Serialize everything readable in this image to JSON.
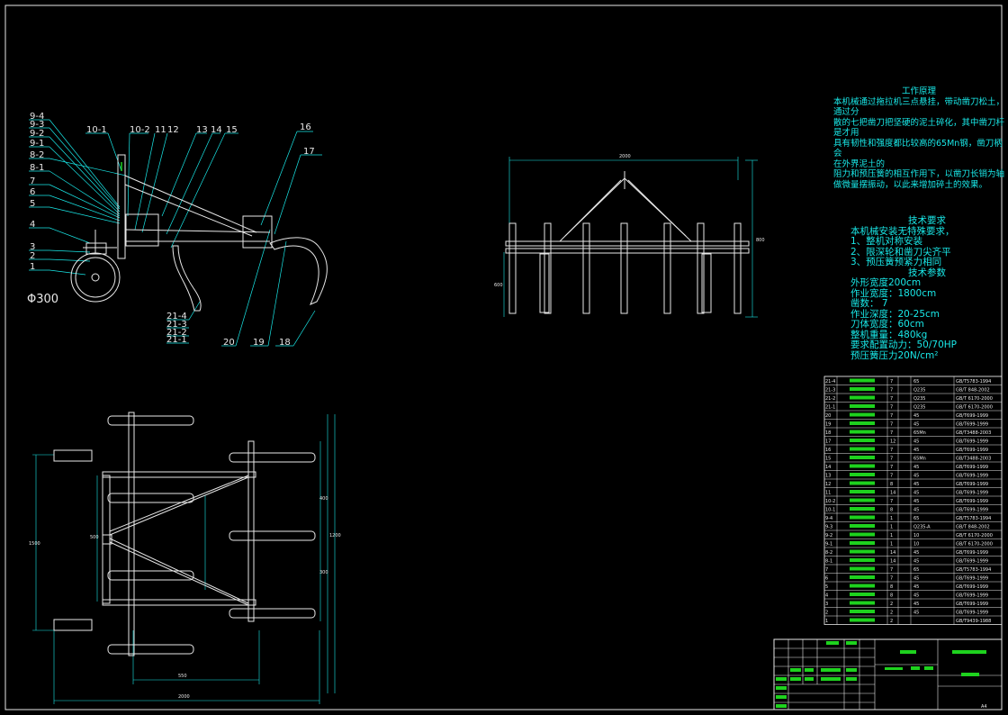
{
  "work_principle": {
    "title": "工作原理",
    "lines": [
      "本机械通过拖拉机三点悬挂，带动凿刀松土，通过分",
      "散的七把凿刀把坚硬的泥土碎化，其中凿刀杆是才用",
      "具有韧性和强度都比较高的65Mn钢，凿刀柄会",
      "在外界泥土的",
      "阻力和预压簧的相互作用下，以凿刀长销为轴做微量摆振动，以此来增加碎土的效果。"
    ]
  },
  "tech_requirements": {
    "title": "技术要求",
    "intro": "本机械安装无特殊要求，",
    "items": [
      "1、整机对称安装",
      "2、限深轮和凿刀尖齐平",
      "3、预压簧预紧力相同"
    ]
  },
  "tech_params": {
    "title": "技术参数",
    "items": [
      "外形宽度200cm",
      "作业宽度：1800cm",
      "凿数：      7",
      "作业深度：20-25cm",
      "刀体宽度：60cm",
      "整机重量：480kg",
      "要求配置动力：50/70HP",
      "预压簧压力20N/cm²"
    ]
  },
  "side_view": {
    "part_labels": [
      "9-4",
      "9-3",
      "9-2",
      "9-1",
      "8-2",
      "8-1",
      "7",
      "6",
      "5",
      "4",
      "3",
      "2",
      "1",
      "10-1",
      "10-2",
      "11",
      "12",
      "13",
      "14",
      "15",
      "16",
      "17",
      "21-4",
      "21-3",
      "21-2",
      "21-1",
      "20",
      "19",
      "18"
    ],
    "wheel_dim": "Φ300"
  },
  "front_view": {
    "dim_top": "2000",
    "dim_right": "800",
    "dim_left": "600"
  },
  "top_view": {
    "dim_bottom_inner": "550",
    "dim_bottom_outer": "2000",
    "dim_left_outer": "1500",
    "dim_left_inner": "500",
    "dim_right_a": "400",
    "dim_right_b": "300",
    "dim_right_outer": "1200"
  },
  "bom": {
    "rows": [
      {
        "no": "21-4",
        "qty": "7",
        "mat": "65",
        "std": "GB/T5783-1994"
      },
      {
        "no": "21-3",
        "qty": "7",
        "mat": "Q235",
        "std": "GB/T 848-2002"
      },
      {
        "no": "21-2",
        "qty": "7",
        "mat": "Q235",
        "std": "GB/T 6170-2000"
      },
      {
        "no": "21-1",
        "qty": "7",
        "mat": "Q235",
        "std": "GB/T 6170-2000"
      },
      {
        "no": "20",
        "qty": "7",
        "mat": "45",
        "std": "GB/T699-1999"
      },
      {
        "no": "19",
        "qty": "7",
        "mat": "45",
        "std": "GB/T699-1999"
      },
      {
        "no": "18",
        "qty": "7",
        "mat": "65Mn",
        "std": "GB/T3488-2003"
      },
      {
        "no": "17",
        "qty": "12",
        "mat": "45",
        "std": "GB/T699-1999"
      },
      {
        "no": "16",
        "qty": "7",
        "mat": "45",
        "std": "GB/T699-1999"
      },
      {
        "no": "15",
        "qty": "7",
        "mat": "65Mn",
        "std": "GB/T3488-2003"
      },
      {
        "no": "14",
        "qty": "7",
        "mat": "45",
        "std": "GB/T699-1999"
      },
      {
        "no": "13",
        "qty": "7",
        "mat": "45",
        "std": "GB/T699-1999"
      },
      {
        "no": "12",
        "qty": "8",
        "mat": "45",
        "std": "GB/T699-1999"
      },
      {
        "no": "11",
        "qty": "14",
        "mat": "45",
        "std": "GB/T699-1999"
      },
      {
        "no": "10-2",
        "qty": "7",
        "mat": "45",
        "std": "GB/T699-1999"
      },
      {
        "no": "10-1",
        "qty": "8",
        "mat": "45",
        "std": "GB/T699-1999"
      },
      {
        "no": "9-4",
        "qty": "1",
        "mat": "65",
        "std": "GB/T5783-1994"
      },
      {
        "no": "9-3",
        "qty": "1",
        "mat": "Q235-A",
        "std": "GB/T 848-2002"
      },
      {
        "no": "9-2",
        "qty": "1",
        "mat": "10",
        "std": "GB/T 6170-2000"
      },
      {
        "no": "9-1",
        "qty": "1",
        "mat": "10",
        "std": "GB/T 6170-2000"
      },
      {
        "no": "8-2",
        "qty": "14",
        "mat": "45",
        "std": "GB/T699-1999"
      },
      {
        "no": "8-1",
        "qty": "14",
        "mat": "45",
        "std": "GB/T699-1999"
      },
      {
        "no": "7",
        "qty": "7",
        "mat": "65",
        "std": "GB/T5783-1994"
      },
      {
        "no": "6",
        "qty": "7",
        "mat": "45",
        "std": "GB/T699-1999"
      },
      {
        "no": "5",
        "qty": "8",
        "mat": "45",
        "std": "GB/T699-1999"
      },
      {
        "no": "4",
        "qty": "8",
        "mat": "45",
        "std": "GB/T699-1999"
      },
      {
        "no": "3",
        "qty": "2",
        "mat": "45",
        "std": "GB/T699-1999"
      },
      {
        "no": "2",
        "qty": "2",
        "mat": "45",
        "std": "GB/T699-1999"
      },
      {
        "no": "1",
        "qty": "2",
        "mat": "",
        "std": "GB/T9439-1988"
      }
    ],
    "title_small": "A4"
  },
  "colors": {
    "background": "#000000",
    "cyan": "#19e8e8",
    "white": "#e8e8e8",
    "green": "#1ed21e"
  }
}
